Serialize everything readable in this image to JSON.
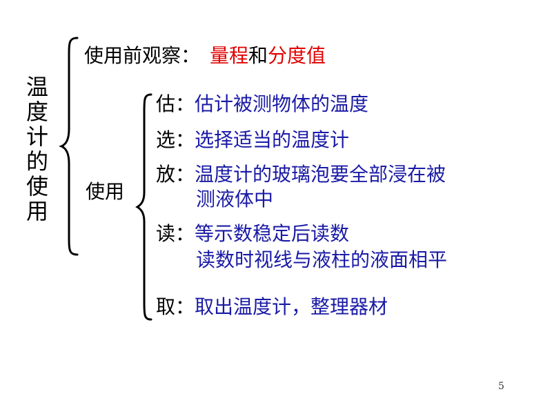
{
  "title_chars": [
    "温",
    "度",
    "计",
    "的",
    "使",
    "用"
  ],
  "row1": {
    "label": "使用前观察：",
    "part1": "量程",
    "conn": "和",
    "part2": "分度值"
  },
  "use_label": "使用",
  "steps": [
    {
      "key": "估：",
      "lines": [
        "估计被测物体的温度"
      ]
    },
    {
      "key": "选：",
      "lines": [
        "选择适当的温度计"
      ]
    },
    {
      "key": "放：",
      "lines": [
        "温度计的玻璃泡要全部浸在被",
        "测液体中"
      ]
    },
    {
      "key": "读：",
      "lines": [
        "等示数稳定后读数",
        "读数时视线与液柱的液面相平"
      ]
    },
    {
      "key": "取：",
      "lines": [
        "取出温度计，整理器材"
      ]
    }
  ],
  "page_number": "5",
  "colors": {
    "black": "#000000",
    "red": "#e00000",
    "blue": "#1a1aa6"
  }
}
